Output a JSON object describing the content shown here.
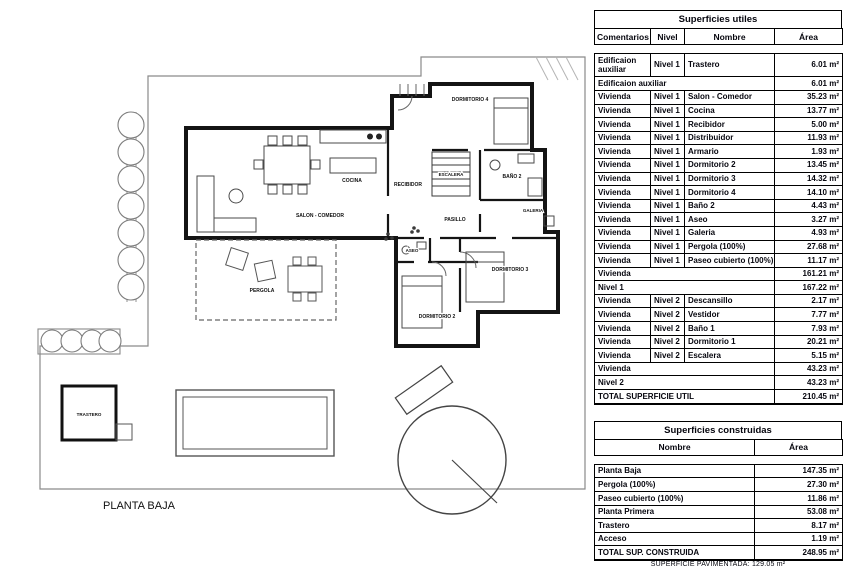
{
  "plan": {
    "title": "PLANTA BAJA",
    "footnote": "SUPERFICIE PAVIMENTADA: 129.05 m²",
    "labels": {
      "dormitorio4": "DORMITORIO 4",
      "cocina": "COCINA",
      "recibidor": "RECIBIDOR",
      "escalera": "ESCALERA",
      "bano2": "BAÑO 2",
      "salon": "SALON - COMEDOR",
      "pasillo": "PASILLO",
      "galeria": "GALERIA",
      "aseo": "ASEO",
      "dormitorio3": "DORMITORIO 3",
      "dormitorio2": "DORMITORIO 2",
      "pergola": "PERGOLA",
      "trastero": "TRASTERO"
    }
  },
  "superficies_utiles": {
    "title": "Superficies utiles",
    "headers": [
      "Comentarios",
      "Nivel",
      "Nombre",
      "Área"
    ],
    "rows": [
      {
        "type": "data",
        "comentarios": "Edificaion auxiliar",
        "nivel": "Nivel 1",
        "nombre": "Trastero",
        "area": "6.01 m²"
      },
      {
        "type": "subtotal",
        "comentarios": "Edificaion auxiliar",
        "area": "6.01 m²"
      },
      {
        "type": "data",
        "comentarios": "Vivienda",
        "nivel": "Nivel 1",
        "nombre": "Salon - Comedor",
        "area": "35.23 m²"
      },
      {
        "type": "data",
        "comentarios": "Vivienda",
        "nivel": "Nivel 1",
        "nombre": "Cocina",
        "area": "13.77 m²"
      },
      {
        "type": "data",
        "comentarios": "Vivienda",
        "nivel": "Nivel 1",
        "nombre": "Recibidor",
        "area": "5.00 m²"
      },
      {
        "type": "data",
        "comentarios": "Vivienda",
        "nivel": "Nivel 1",
        "nombre": "Distribuidor",
        "area": "11.93 m²"
      },
      {
        "type": "data",
        "comentarios": "Vivienda",
        "nivel": "Nivel 1",
        "nombre": "Armario",
        "area": "1.93 m²"
      },
      {
        "type": "data",
        "comentarios": "Vivienda",
        "nivel": "Nivel 1",
        "nombre": "Dormitorio 2",
        "area": "13.45 m²"
      },
      {
        "type": "data",
        "comentarios": "Vivienda",
        "nivel": "Nivel 1",
        "nombre": "Dormitorio 3",
        "area": "14.32 m²"
      },
      {
        "type": "data",
        "comentarios": "Vivienda",
        "nivel": "Nivel 1",
        "nombre": "Dormitorio 4",
        "area": "14.10 m²"
      },
      {
        "type": "data",
        "comentarios": "Vivienda",
        "nivel": "Nivel 1",
        "nombre": "Baño 2",
        "area": "4.43 m²"
      },
      {
        "type": "data",
        "comentarios": "Vivienda",
        "nivel": "Nivel 1",
        "nombre": "Aseo",
        "area": "3.27 m²"
      },
      {
        "type": "data",
        "comentarios": "Vivienda",
        "nivel": "Nivel 1",
        "nombre": "Galeria",
        "area": "4.93 m²"
      },
      {
        "type": "data",
        "comentarios": "Vivienda",
        "nivel": "Nivel 1",
        "nombre": "Pergola (100%)",
        "area": "27.68 m²"
      },
      {
        "type": "data",
        "comentarios": "Vivienda",
        "nivel": "Nivel 1",
        "nombre": "Paseo cubierto (100%)",
        "area": "11.17 m²"
      },
      {
        "type": "subtotal",
        "comentarios": "Vivienda",
        "area": "161.21 m²"
      },
      {
        "type": "subtotal",
        "comentarios": "Nivel 1",
        "area": "167.22 m²"
      },
      {
        "type": "data",
        "comentarios": "Vivienda",
        "nivel": "Nivel 2",
        "nombre": "Descansillo",
        "area": "2.17 m²"
      },
      {
        "type": "data",
        "comentarios": "Vivienda",
        "nivel": "Nivel 2",
        "nombre": "Vestidor",
        "area": "7.77 m²"
      },
      {
        "type": "data",
        "comentarios": "Vivienda",
        "nivel": "Nivel 2",
        "nombre": "Baño 1",
        "area": "7.93 m²"
      },
      {
        "type": "data",
        "comentarios": "Vivienda",
        "nivel": "Nivel 2",
        "nombre": "Dormitorio 1",
        "area": "20.21 m²"
      },
      {
        "type": "data",
        "comentarios": "Vivienda",
        "nivel": "Nivel 2",
        "nombre": "Escalera",
        "area": "5.15 m²"
      },
      {
        "type": "subtotal",
        "comentarios": "Vivienda",
        "area": "43.23 m²"
      },
      {
        "type": "subtotal",
        "comentarios": "Nivel 2",
        "area": "43.23 m²"
      }
    ],
    "total": {
      "label": "TOTAL SUPERFICIE UTIL",
      "area": "210.45 m²"
    }
  },
  "superficies_construidas": {
    "title": "Superficies construidas",
    "headers": [
      "Nombre",
      "Área"
    ],
    "rows": [
      {
        "type": "data",
        "nombre": "Planta Baja",
        "area": "147.35 m²"
      },
      {
        "type": "data",
        "nombre": "Pergola (100%)",
        "area": "27.30 m²"
      },
      {
        "type": "data",
        "nombre": "Paseo cubierto (100%)",
        "area": "11.86 m²"
      },
      {
        "type": "data",
        "nombre": "Planta Primera",
        "area": "53.08 m²"
      },
      {
        "type": "data",
        "nombre": "Trastero",
        "area": "8.17 m²"
      },
      {
        "type": "data",
        "nombre": "Acceso",
        "area": "1.19 m²"
      }
    ],
    "total": {
      "label": "TOTAL SUP. CONSTRUIDA",
      "area": "248.95 m²"
    }
  }
}
